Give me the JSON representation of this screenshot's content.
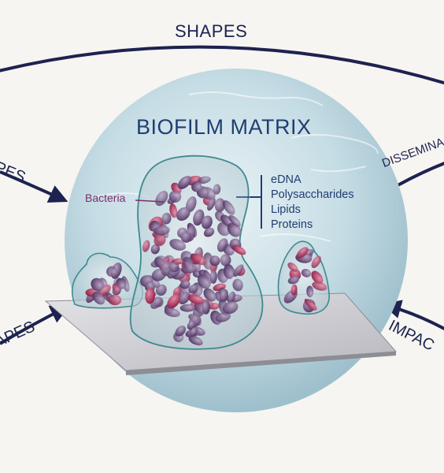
{
  "labels": {
    "shapes_top": "SHAPES",
    "shapes_left_upper": "APES",
    "shapes_left_lower": "APES",
    "disseminates": "DISSEMINA",
    "impacts": "IMPAC",
    "title": "BIOFILM MATRIX",
    "bacteria": "Bacteria"
  },
  "components": [
    "eDNA",
    "Polysaccharides",
    "Lipids",
    "Proteins"
  ],
  "colors": {
    "navy": "#1d2250",
    "title": "#1f3e72",
    "bacteria_label": "#7a2f6e",
    "sphere": "#bdd6df",
    "cell_purple": "#6b4a7a",
    "cell_magenta": "#b3335d",
    "plate": "#c9c9cf"
  }
}
